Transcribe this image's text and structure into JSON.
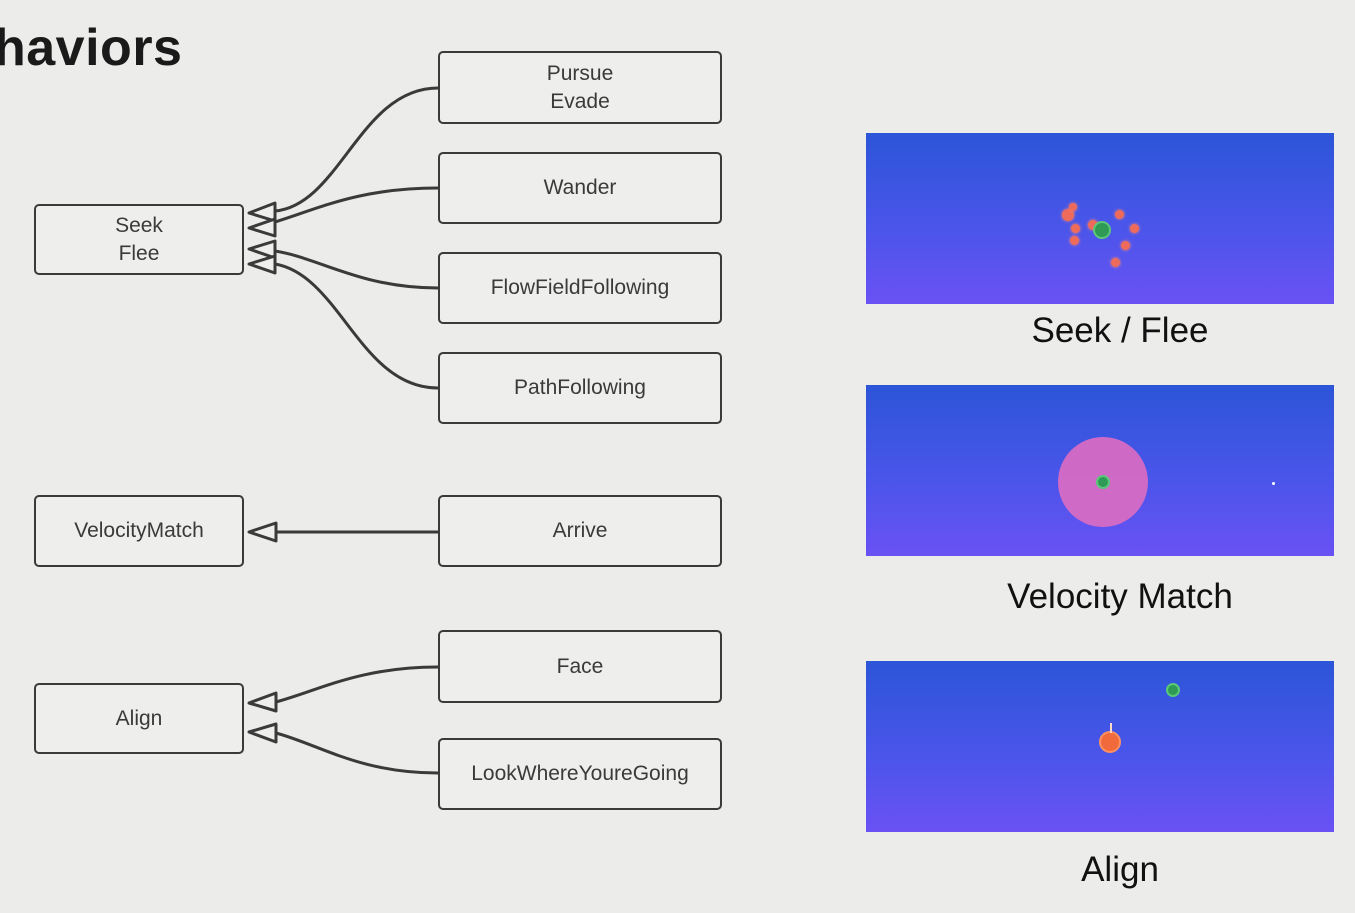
{
  "title": "haviors",
  "boxes": {
    "seek_flee": [
      "Seek",
      "Flee"
    ],
    "pursue_evade": [
      "Pursue",
      "Evade"
    ],
    "wander": "Wander",
    "flow_field": "FlowFieldFollowing",
    "path_following": "PathFollowing",
    "velocity_match": "VelocityMatch",
    "arrive": "Arrive",
    "align": "Align",
    "face": "Face",
    "look_where": "LookWhereYoureGoing"
  },
  "panels": {
    "seek_caption": "Seek / Flee",
    "velocity_caption": "Velocity Match",
    "align_caption": "Align"
  },
  "colors": {
    "panel_top": "#2c55d8",
    "panel_bottom": "#6a52f4",
    "agent_red": "#ee6a5a",
    "agent_green": "#2f9a55",
    "radius_pink": "#d66bc4",
    "line": "#3a3a3a"
  }
}
